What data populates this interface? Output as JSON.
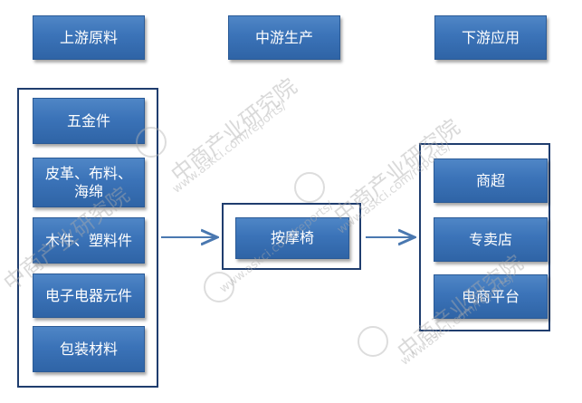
{
  "headers": {
    "upstream": "上游原料",
    "midstream": "中游生产",
    "downstream": "下游应用"
  },
  "upstream_items": {
    "hardware": "五金件",
    "leather": "皮革、布料、海绵",
    "wood_plastic": "木件、塑料件",
    "electronics": "电子电器元件",
    "packaging": "包装材料"
  },
  "midstream_items": {
    "massage_chair": "按摩椅"
  },
  "downstream_items": {
    "supermarket": "商超",
    "specialty_store": "专卖店",
    "ecommerce": "电商平台"
  },
  "watermark": {
    "brand": "中商产业研究院",
    "url": "www.askci.com/reports/"
  },
  "colors": {
    "box": "#3b73b8",
    "border": "#1f3d6e",
    "arrow": "#4a78b0"
  }
}
